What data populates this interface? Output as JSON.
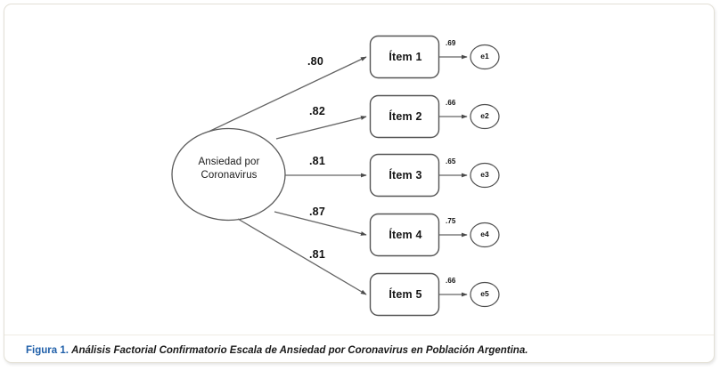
{
  "figure": {
    "latent": {
      "name": "Ansiedad por Coronavirus",
      "line1": "Ansiedad por",
      "line2": "Coronavirus"
    },
    "items": [
      {
        "label": "Ítem 1",
        "loading": ".80",
        "residual": ".69",
        "error": "e1"
      },
      {
        "label": "Ítem 2",
        "loading": ".82",
        "residual": ".66",
        "error": "e2"
      },
      {
        "label": "Ítem 3",
        "loading": ".81",
        "residual": ".65",
        "error": "e3"
      },
      {
        "label": "Ítem 4",
        "loading": ".87",
        "residual": ".75",
        "error": "e4"
      },
      {
        "label": "Ítem 5",
        "loading": ".81",
        "residual": ".66",
        "error": "e5"
      }
    ],
    "caption": {
      "number": "Figura 1.",
      "text": "Análisis Factorial Confirmatorio Escala de Ansiedad por Coronavirus en Población Argentina."
    }
  },
  "chart_data": {
    "type": "diagram",
    "title": "Análisis Factorial Confirmatorio Escala de Ansiedad por Coronavirus en Población Argentina",
    "model": "confirmatory-factor-analysis",
    "latent_factor": "Ansiedad por Coronavirus",
    "indicators": [
      "Ítem 1",
      "Ítem 2",
      "Ítem 3",
      "Ítem 4",
      "Ítem 5"
    ],
    "standardized_loadings": [
      0.8,
      0.82,
      0.81,
      0.87,
      0.81
    ],
    "residual_terms": [
      "e1",
      "e2",
      "e3",
      "e4",
      "e5"
    ],
    "residual_values": [
      0.69,
      0.66,
      0.65,
      0.75,
      0.66
    ],
    "loading_labels": [
      ".80",
      ".82",
      ".81",
      ".87",
      ".81"
    ],
    "residual_labels": [
      ".69",
      ".66",
      ".65",
      ".75",
      ".66"
    ]
  },
  "colors": {
    "caption_accent": "#1f5fa9",
    "panel_border": "#e3e0d6",
    "node_stroke": "#545454",
    "path_stroke": "#646464"
  }
}
